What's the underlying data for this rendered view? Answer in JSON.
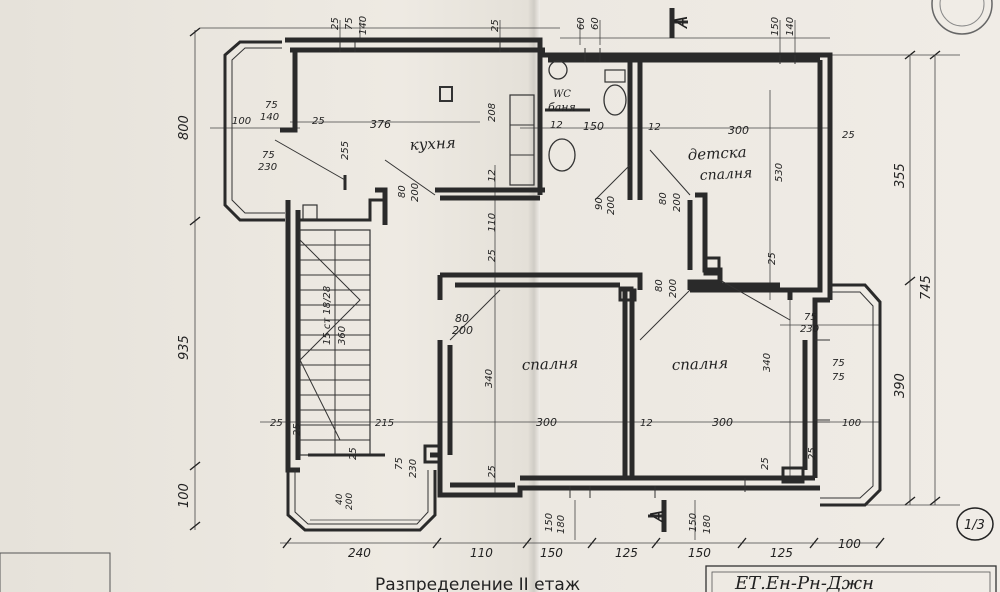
{
  "rooms": {
    "kitchen": "кухня",
    "kids_bedroom_1": "детска",
    "kids_bedroom_2": "спалня",
    "bedroom_left": "спалня",
    "bedroom_right": "спалня",
    "wc": "WC",
    "bath": "баня",
    "stairs": "15 ст 18/28",
    "stairs_width": "360"
  },
  "section_marks": {
    "a": "A"
  },
  "title": "Разпределение II етаж",
  "sheet_number": "1/3",
  "stamp_text": "ЕТ.Ен-Рн-Джн",
  "dims_bottom": [
    "240",
    "110",
    "150",
    "125",
    "150",
    "125",
    "100"
  ],
  "dims_left": [
    "800",
    "935",
    "100"
  ],
  "dims_right": [
    "355",
    "745",
    "390"
  ],
  "dims_top": [
    "25",
    "75",
    "140",
    "25",
    "60",
    "60",
    "150",
    "140"
  ],
  "dims_inner": [
    "75",
    "140",
    "100",
    "25",
    "75",
    "230",
    "255",
    "376",
    "208",
    "12",
    "150",
    "12",
    "300",
    "25",
    "530",
    "80",
    "200",
    "12",
    "90",
    "200",
    "80",
    "200",
    "25",
    "110",
    "25",
    "80",
    "200",
    "80",
    "200",
    "340",
    "25",
    "75",
    "230",
    "340",
    "75",
    "75",
    "100",
    "25",
    "215",
    "75",
    "230",
    "300",
    "12",
    "300",
    "25",
    "25",
    "40",
    "200",
    "25",
    "25",
    "150",
    "180",
    "150",
    "180"
  ]
}
